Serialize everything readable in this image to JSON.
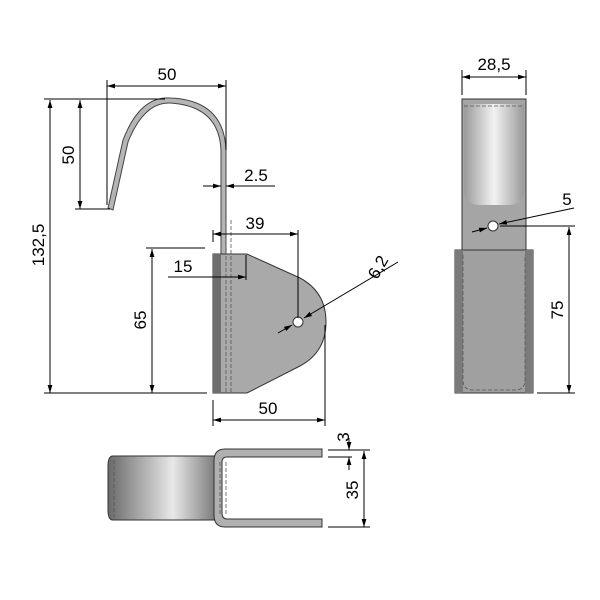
{
  "front_view": {
    "hook_width": "50",
    "hook_height": "50",
    "total_height": "132,5",
    "thickness": "2.5",
    "hole_offset": "39",
    "slot_depth": "15",
    "plate_height": "65",
    "hole_diameter": "6,2",
    "plate_width": "50"
  },
  "side_view": {
    "width": "28,5",
    "hole_diameter": "5",
    "hole_height": "75"
  },
  "bottom_view": {
    "thickness": "3",
    "inner_width": "35"
  },
  "colors": {
    "part_fill": "#a9a9a9",
    "part_dark": "#6e6e6e",
    "line": "#000000"
  }
}
